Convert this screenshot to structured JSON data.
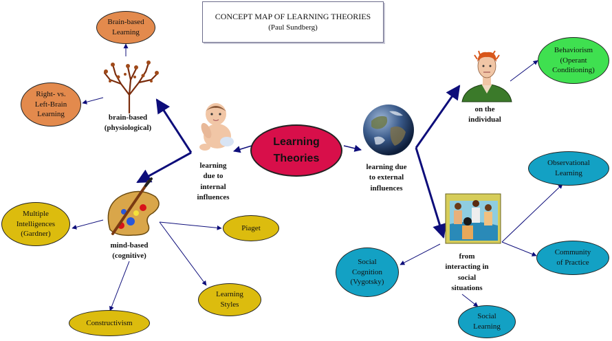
{
  "title": {
    "main": "CONCEPT MAP OF LEARNING THEORIES",
    "author": "(Paul Sundberg)"
  },
  "center": {
    "text": "Learning\nTheories"
  },
  "labels": {
    "internal": "learning\ndue to\ninternal\ninfluences",
    "external": "learning due\nto external\ninfluences",
    "brain_based": "brain-based\n(physiological)",
    "mind_based": "mind-based\n(cognitive)",
    "individual": "on the\nindividual",
    "social": "from\ninteracting in\nsocial\nsituations"
  },
  "nodes": {
    "brain_based_learning": "Brain-based\nLearning",
    "right_left_brain": "Right-  vs.\nLeft-Brain\nLearning",
    "multiple_intelligences": "Multiple\nIntelligences\n(Gardner)",
    "piaget": "Piaget",
    "learning_styles": "Learning\nStyles",
    "constructivism": "Constructivism",
    "behaviorism": "Behaviorism\n(Operant\nConditioning)",
    "observational": "Observational\nLearning",
    "community": "Community\nof Practice",
    "social_cognition": "Social\nCognition\n(Vygotsky)",
    "social_learning": "Social\nLearning"
  },
  "colors": {
    "brain": "#e38a4d",
    "mind": "#dcbc0e",
    "individual": "#3fe050",
    "social": "#13a1c4",
    "center": "#d80f4a",
    "arrow": "#0d0d7a"
  }
}
